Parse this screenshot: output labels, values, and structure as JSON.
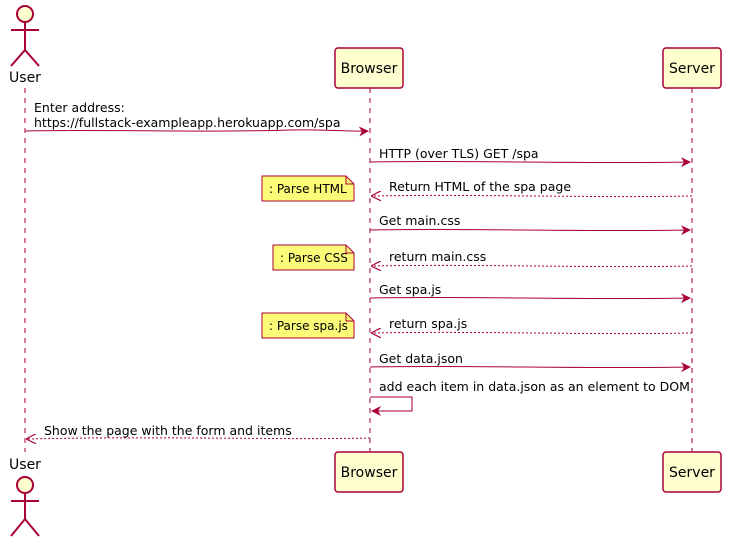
{
  "participants": {
    "user": "User",
    "browser": "Browser",
    "server": "Server"
  },
  "messages": {
    "m1_line1": "Enter address:",
    "m1_line2": "https://fullstack-exampleapp.herokuapp.com/spa",
    "m2": "HTTP (over TLS) GET /spa",
    "m3": "Return HTML of the spa page",
    "m4": "Get main.css",
    "m5": "return main.css",
    "m6": "Get spa.js",
    "m7": "return spa.js",
    "m8": "Get data.json",
    "m9": "add each item in data.json as an element to DOM",
    "m10": "Show the page with the form and items"
  },
  "notes": {
    "n1": ": Parse HTML",
    "n2": ": Parse CSS",
    "n3": ": Parse spa.js"
  },
  "colors": {
    "line": "#a80036",
    "participant_fill": "#fefece",
    "note_fill": "#fbfb77",
    "lifeline": "#a80036"
  }
}
